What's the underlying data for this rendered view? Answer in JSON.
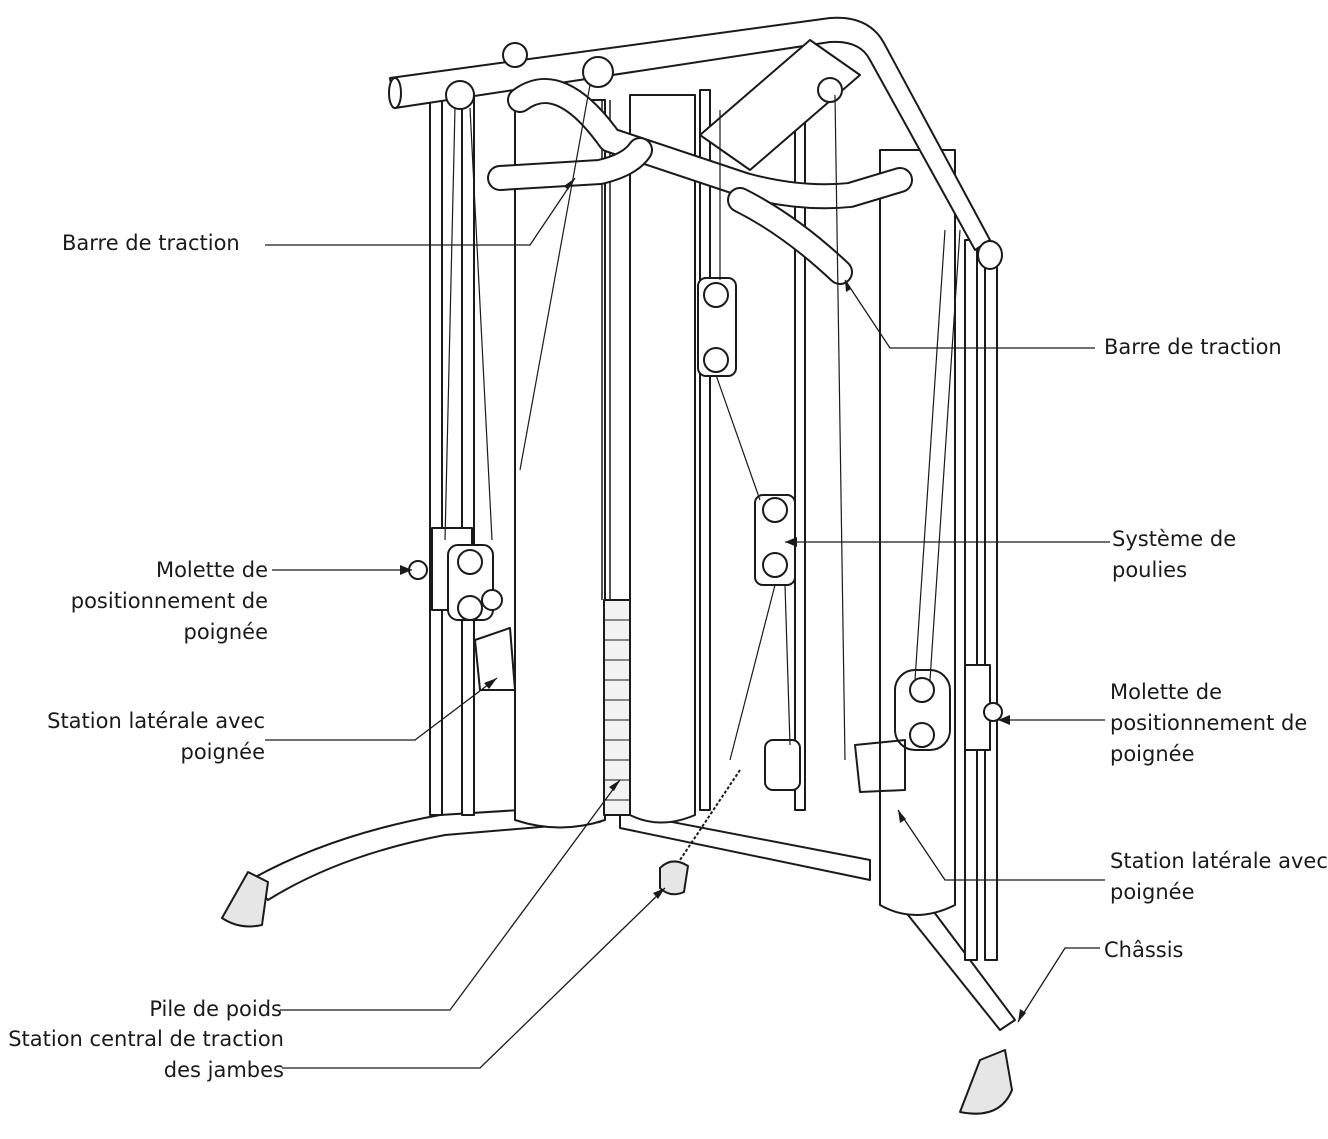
{
  "labels": {
    "pullup_bar_left": [
      "Barre de traction"
    ],
    "pullup_bar_right": [
      "Barre de traction"
    ],
    "pulley_system": [
      "Système de",
      "poulies"
    ],
    "knob_left": [
      "Molette de",
      "positionnement de",
      "poignée"
    ],
    "knob_right": [
      "Molette de",
      "positionnement de",
      "poignée"
    ],
    "side_station_left": [
      "Station latérale avec",
      "poignée"
    ],
    "side_station_right": [
      "Station latérale avec",
      "poignée"
    ],
    "frame": [
      "Châssis"
    ],
    "weight_stack": [
      "Pile de poids"
    ],
    "leg_station": [
      "Station central de traction",
      "des jambes"
    ]
  },
  "colors": {
    "ink": "#1a1a1a",
    "fill": "#ffffff",
    "shade": "#d9d9d9"
  }
}
